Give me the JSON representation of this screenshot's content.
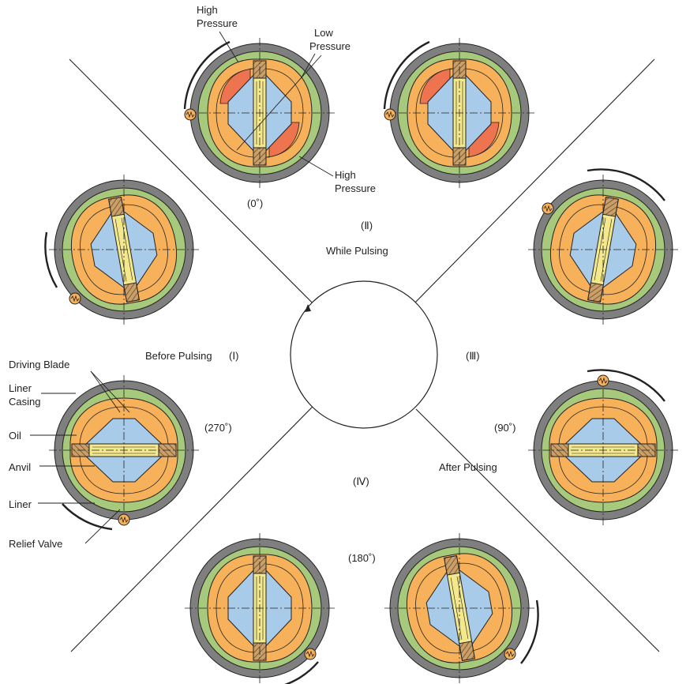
{
  "labels": {
    "high_pressure_top": [
      "High",
      "Pressure"
    ],
    "low_pressure": [
      "Low",
      "Pressure"
    ],
    "high_pressure_bottom": [
      "High",
      "Pressure"
    ],
    "angle_0": "(0˚)",
    "angle_90": "(90˚)",
    "angle_180": "(180˚)",
    "angle_270": "(270˚)",
    "phase_1": "(Ⅰ)",
    "phase_2": "(Ⅱ)",
    "phase_3": "(Ⅲ)",
    "phase_4": "(Ⅳ)",
    "while_pulsing": "While Pulsing",
    "before_pulsing": "Before Pulsing",
    "after_pulsing": "After Pulsing",
    "driving_blade": "Driving Blade",
    "liner_casing": [
      "Liner",
      "Casing"
    ],
    "oil": "Oil",
    "anvil": "Anvil",
    "liner": "Liner",
    "relief_valve": "Relief Valve"
  },
  "colors": {
    "casing": "#7f7f7f",
    "green_gap": "#a6c97c",
    "liner": "#f7b15a",
    "high_pressure": "#ee7450",
    "anvil": "#a9cbea",
    "blade": "#f3e88c",
    "blade_hatch": "#9b6a3a",
    "line": "#222222"
  },
  "units": [
    {
      "id": "u0",
      "label": "top-left",
      "rotation": 0,
      "high_pressure": true,
      "valve": "left",
      "arrow": "upper-left"
    },
    {
      "id": "u1",
      "label": "top-right",
      "rotation": 0,
      "high_pressure": true,
      "valve": "left",
      "arrow": "upper-left"
    },
    {
      "id": "u2",
      "label": "right-upper",
      "rotation": 10,
      "high_pressure": false,
      "valve": "upper-left",
      "arrow": "upper-right"
    },
    {
      "id": "u3",
      "label": "right-lower",
      "rotation": 90,
      "high_pressure": false,
      "valve": "top",
      "arrow": "upper-right"
    },
    {
      "id": "u4",
      "label": "bottom-right",
      "rotation": 170,
      "high_pressure": false,
      "valve": "right",
      "arrow": "right"
    },
    {
      "id": "u5",
      "label": "bottom-left",
      "rotation": 180,
      "high_pressure": false,
      "valve": "lower-right",
      "arrow": "lower-right"
    },
    {
      "id": "u6",
      "label": "left-lower",
      "rotation": 270,
      "high_pressure": false,
      "valve": "bottom",
      "arrow": "lower-left"
    },
    {
      "id": "u7",
      "label": "left-upper",
      "rotation": 350,
      "high_pressure": false,
      "valve": "lower-left",
      "arrow": "left"
    }
  ]
}
